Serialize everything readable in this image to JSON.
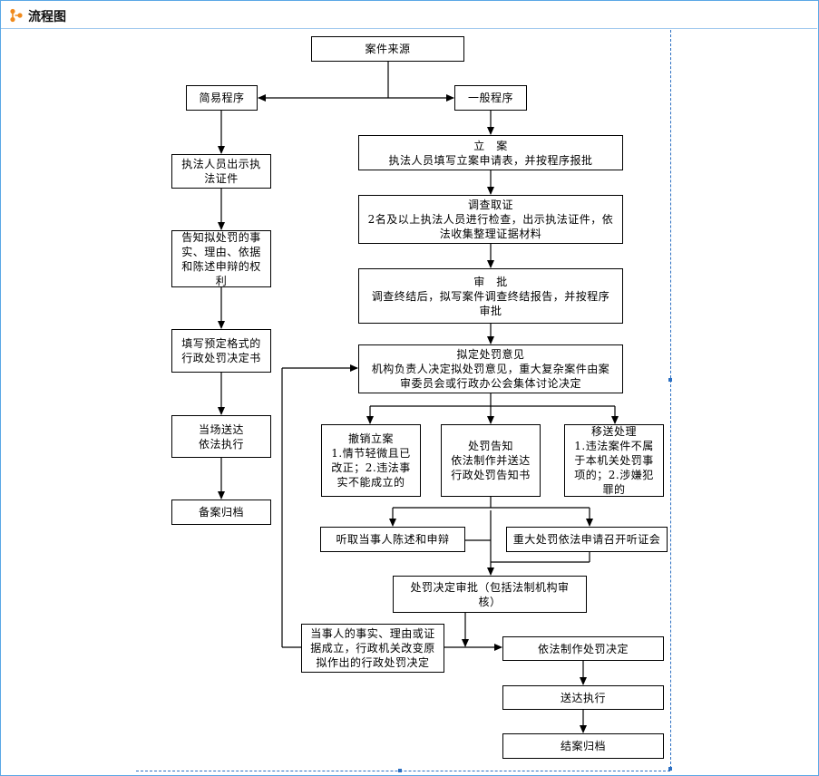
{
  "header": {
    "title": "流程图",
    "logo_icon": "flowchart-icon"
  },
  "nodes": {
    "source": [
      "案件来源"
    ],
    "simple": [
      "简易程序"
    ],
    "general": [
      "一般程序"
    ],
    "s1": [
      "执法人员出示执",
      "法证件"
    ],
    "s2": [
      "告知拟处罚的事",
      "实、理由、依据",
      "和陈述申辩的权",
      "利"
    ],
    "s3": [
      "填写预定格式的",
      "行政处罚决定书"
    ],
    "s4": [
      "当场送达",
      "依法执行"
    ],
    "s5": [
      "备案归档"
    ],
    "g1": [
      "立　案",
      "执法人员填写立案申请表，并按程序报批"
    ],
    "g2": [
      "调查取证",
      "2名及以上执法人员进行检查，出示执法证件，依",
      "法收集整理证据材料"
    ],
    "g3": [
      "审　批",
      "调查终结后，拟写案件调查终结报告，并按程序",
      "审批"
    ],
    "g4": [
      "拟定处罚意见",
      "机构负责人决定拟处罚意见，重大复杂案件由案",
      "审委员会或行政办公会集体讨论决定"
    ],
    "revoke": [
      "撤销立案",
      "1.情节轻微且已",
      "改正；2.违法事",
      "实不能成立的"
    ],
    "notify": [
      "处罚告知",
      "依法制作并送达",
      "行政处罚告知书"
    ],
    "transfer": [
      "移送处理",
      "1.违法案件不属",
      "于本机关处罚事",
      "项的；2.涉嫌犯",
      "罪的"
    ],
    "hear_statement": [
      "听取当事人陈述和申辩"
    ],
    "hearing": [
      "重大处罚依法申请召开听证会"
    ],
    "decision_approval": [
      "处罚决定审批（包括法制机构审",
      "核）"
    ],
    "change": [
      "当事人的事实、理由或证",
      "据成立，行政机关改变原",
      "拟作出的行政处罚决定"
    ],
    "make_decision": [
      "依法制作处罚决定"
    ],
    "deliver": [
      "送达执行"
    ],
    "close": [
      "结案归档"
    ]
  }
}
